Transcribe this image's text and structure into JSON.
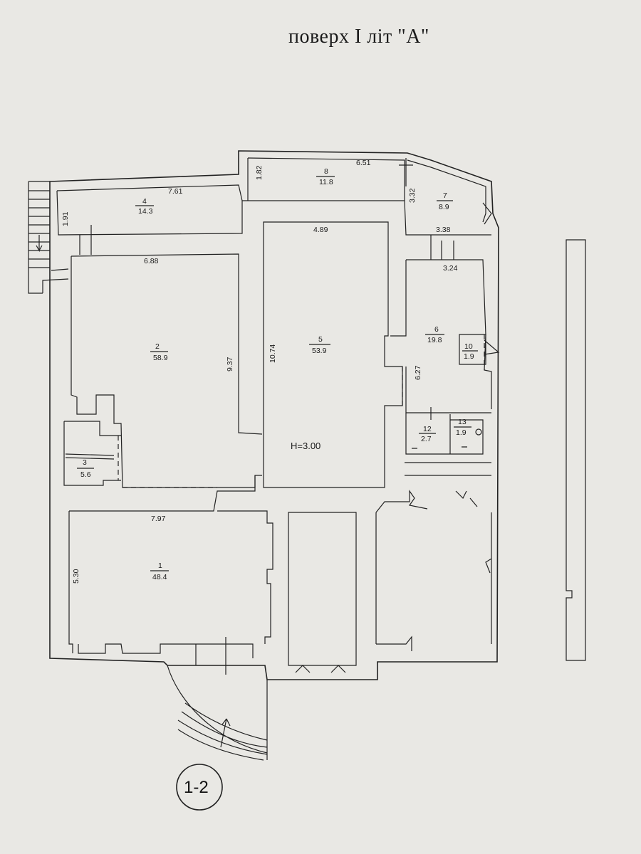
{
  "title": "поверх  I  літ \"А\"",
  "sheet_number": "1-2",
  "ceiling_height": "H=3.00",
  "rooms": [
    {
      "no": "1",
      "area": "48.4"
    },
    {
      "no": "2",
      "area": "58.9"
    },
    {
      "no": "3",
      "area": "5.6"
    },
    {
      "no": "4",
      "area": "14.3"
    },
    {
      "no": "5",
      "area": "53.9"
    },
    {
      "no": "6",
      "area": "19.8"
    },
    {
      "no": "7",
      "area": "8.9"
    },
    {
      "no": "8",
      "area": "11.8"
    },
    {
      "no": "10",
      "area": "1.9"
    },
    {
      "no": "12",
      "area": "2.7"
    },
    {
      "no": "13",
      "area": "1.9"
    }
  ],
  "dimensions": [
    "7.61",
    "1.91",
    "1.82",
    "6.51",
    "3.32",
    "4.89",
    "3.38",
    "6.88",
    "3.24",
    "9.37",
    "10.74",
    "6.27",
    "7.97",
    "5.30"
  ]
}
